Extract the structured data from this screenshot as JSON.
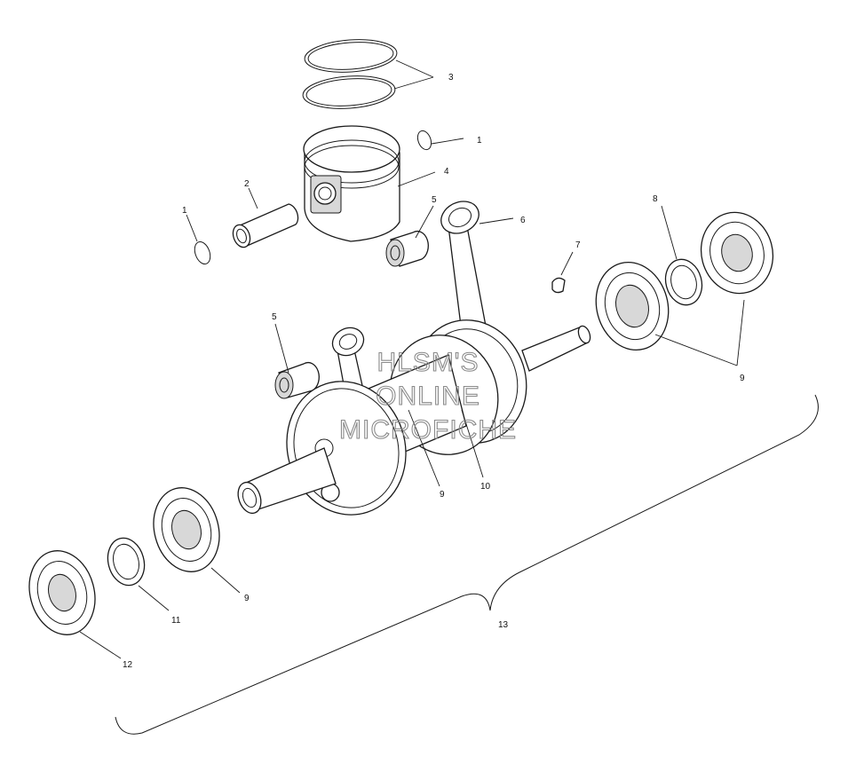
{
  "callouts": {
    "c1a": "1",
    "c1b": "1",
    "c2": "2",
    "c3": "3",
    "c4": "4",
    "c5a": "5",
    "c5b": "5",
    "c6": "6",
    "c7": "7",
    "c8": "8",
    "c9a": "9",
    "c9b": "9",
    "c9c": "9",
    "c10": "10",
    "c11": "11",
    "c12": "12",
    "c13": "13"
  },
  "watermark": {
    "line1": "HLSM'S",
    "line2": "ONLINE",
    "line3": "MICROFICHE"
  },
  "colors": {
    "line": "#1a1a1a",
    "watermark": "#8a8a8a",
    "background": "#ffffff"
  }
}
